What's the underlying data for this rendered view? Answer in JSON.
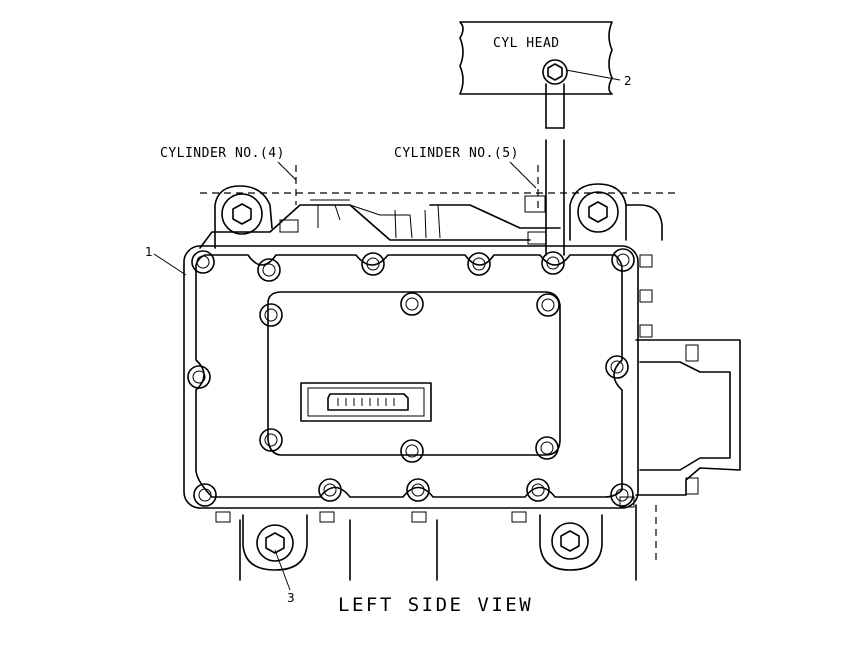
{
  "labels": {
    "cyl_head": "CYL HEAD",
    "cylinder_4": "CYLINDER NO.(4)",
    "cylinder_5": "CYLINDER NO.(5)",
    "view_title": "LEFT SIDE VIEW"
  },
  "callouts": {
    "item_1": "1",
    "item_2": "2",
    "item_3": "3"
  }
}
